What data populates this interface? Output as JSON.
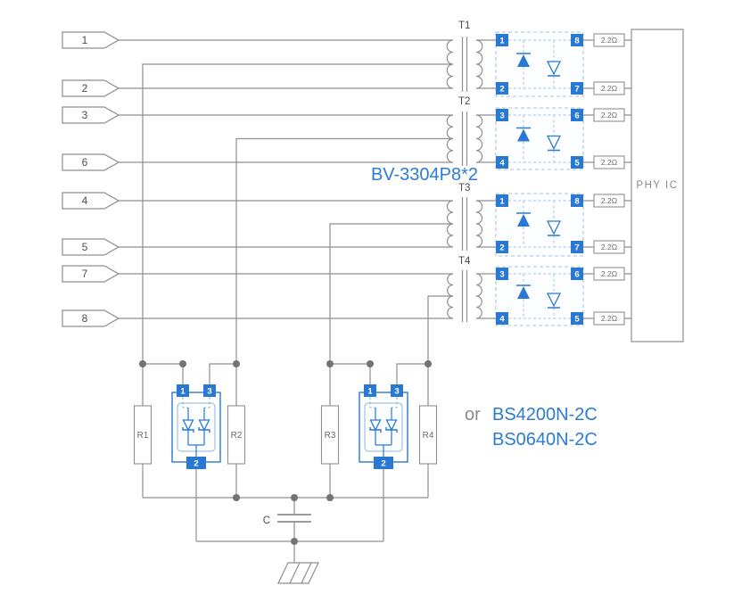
{
  "diagram": {
    "input_pins": [
      "1",
      "2",
      "3",
      "6",
      "4",
      "5",
      "7",
      "8"
    ],
    "transformer_labels": [
      "T1",
      "T2",
      "T3",
      "T4"
    ],
    "tvs_array_label": "BV-3304P8*2",
    "chip1": {
      "left_pins": [
        "1",
        "2",
        "3",
        "4"
      ],
      "right_pins": [
        "8",
        "7",
        "6",
        "5"
      ]
    },
    "chip2": {
      "left_pins": [
        "1",
        "2",
        "3",
        "4"
      ],
      "right_pins": [
        "8",
        "7",
        "6",
        "5"
      ]
    },
    "series_resistors": [
      "2.2Ω",
      "2.2Ω",
      "2.2Ω",
      "2.2Ω",
      "2.2Ω",
      "2.2Ω",
      "2.2Ω",
      "2.2Ω"
    ],
    "phy_label": "PHY IC",
    "bottom_resistors": [
      "R1",
      "R2",
      "R3",
      "R4"
    ],
    "tvs1_pins": {
      "pin1": "1",
      "pin3": "3",
      "pin2": "2"
    },
    "tvs2_pins": {
      "pin1": "1",
      "pin3": "3",
      "pin2": "2"
    },
    "or_text": "or",
    "alt_parts": [
      "BS4200N-2C",
      "BS0640N-2C"
    ],
    "cap_label": "C"
  },
  "colors": {
    "wire_grey": "#8f8f8f",
    "accent_blue": "#2979d2",
    "dashed_blue": "#a3c2e4",
    "label_blue": "#2b7cd6",
    "text_grey": "#4d4d4d",
    "dot_grey": "#737373"
  }
}
